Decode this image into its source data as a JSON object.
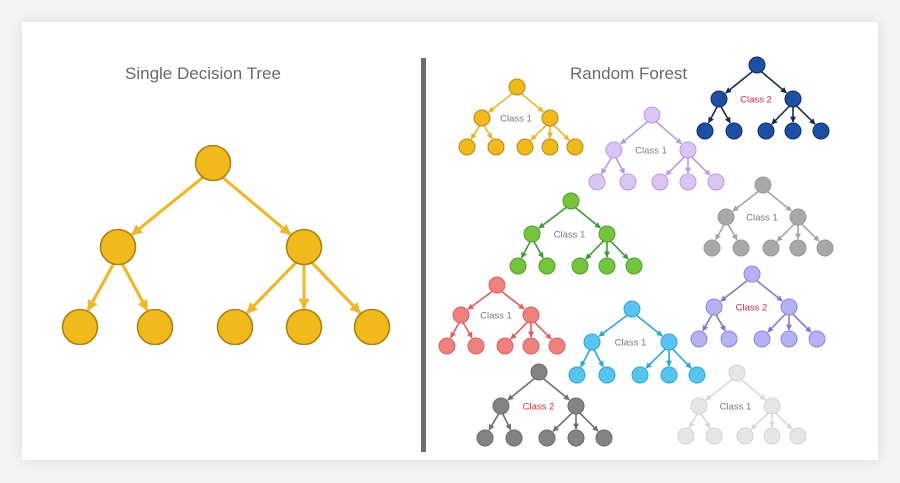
{
  "left_panel": {
    "title": "Single Decision Tree",
    "tree": {
      "fill": "#f2b91c",
      "stroke": "#a8841a",
      "edge": "#efb72c"
    }
  },
  "right_panel": {
    "title": "Random Forest",
    "trees": [
      {
        "name": "yellow",
        "label": "Class 1",
        "label_color": "#7a7a7a",
        "fill": "#f2b91c",
        "stroke": "#b8891a",
        "edge": "#e8b52a"
      },
      {
        "name": "lavender",
        "label": "Class 1",
        "label_color": "#7a7a7a",
        "fill": "#dcc5f5",
        "stroke": "#b99be0",
        "edge": "#b899e3"
      },
      {
        "name": "navy",
        "label": "Class 2",
        "label_color": "#d0313a",
        "fill": "#1d4fa3",
        "stroke": "#0f2f6a",
        "edge": "#142a55"
      },
      {
        "name": "gray",
        "label": "Class 1",
        "label_color": "#7a7a7a",
        "fill": "#a8a8a8",
        "stroke": "#999999",
        "edge": "#a5a5a5"
      },
      {
        "name": "green",
        "label": "Class 1",
        "label_color": "#7a7a7a",
        "fill": "#74c43c",
        "stroke": "#4f9b2a",
        "edge": "#3f9a3a"
      },
      {
        "name": "salmon",
        "label": "Class 1",
        "label_color": "#7a7a7a",
        "fill": "#ef8080",
        "stroke": "#d76464",
        "edge": "#df5d62"
      },
      {
        "name": "lilac",
        "label": "Class 2",
        "label_color": "#d0313a",
        "fill": "#b5b2f3",
        "stroke": "#8c86e0",
        "edge": "#7f79d6"
      },
      {
        "name": "sky",
        "label": "Class 1",
        "label_color": "#7a7a7a",
        "fill": "#56c4ee",
        "stroke": "#2ea6d4",
        "edge": "#2ea6d4"
      },
      {
        "name": "dark-gray",
        "label": "Class 2",
        "label_color": "#d0313a",
        "fill": "#838383",
        "stroke": "#6a6a6a",
        "edge": "#6e6e6e"
      },
      {
        "name": "light-gray",
        "label": "Class 1",
        "label_color": "#7a7a7a",
        "fill": "#e6e6e6",
        "stroke": "#d3d3d3",
        "edge": "#d8d8d8"
      }
    ]
  },
  "colors": {
    "background": "#f3f3f3",
    "card": "#ffffff",
    "divider": "#6b6b6b",
    "title": "#666a6e"
  }
}
